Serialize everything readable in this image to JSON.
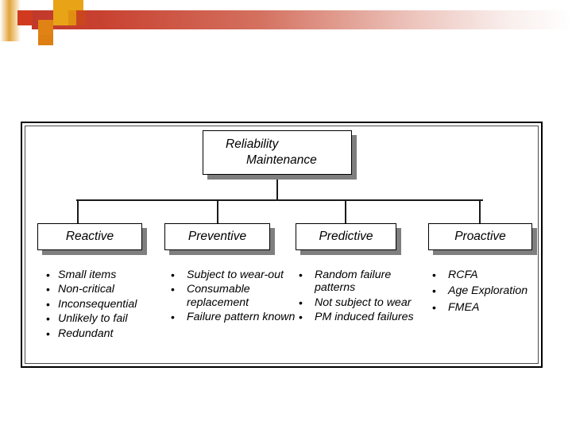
{
  "header": {
    "decor_colors": {
      "bar_start": "#c0392b",
      "bar_end": "#ffffff",
      "square_red": "#d03b1f",
      "square_orange": "#e08214",
      "square_gold": "#e8a317"
    }
  },
  "diagram": {
    "type": "tree",
    "root": {
      "line1": "Reliability",
      "line2": "Maintenance"
    },
    "categories": [
      {
        "label": "Reactive",
        "bullets": [
          "Small items",
          "Non-critical",
          "Inconsequential",
          "Unlikely to fail",
          "Redundant"
        ]
      },
      {
        "label": "Preventive",
        "bullets": [
          "Subject to wear-out",
          "Consumable replacement",
          "Failure pattern known"
        ]
      },
      {
        "label": "Predictive",
        "bullets": [
          "Random failure patterns",
          "Not subject to wear",
          "PM induced failures"
        ]
      },
      {
        "label": "Proactive",
        "bullets": [
          "RCFA",
          "Age Exploration",
          "FMEA"
        ]
      }
    ],
    "bullet_glyph": "•"
  }
}
